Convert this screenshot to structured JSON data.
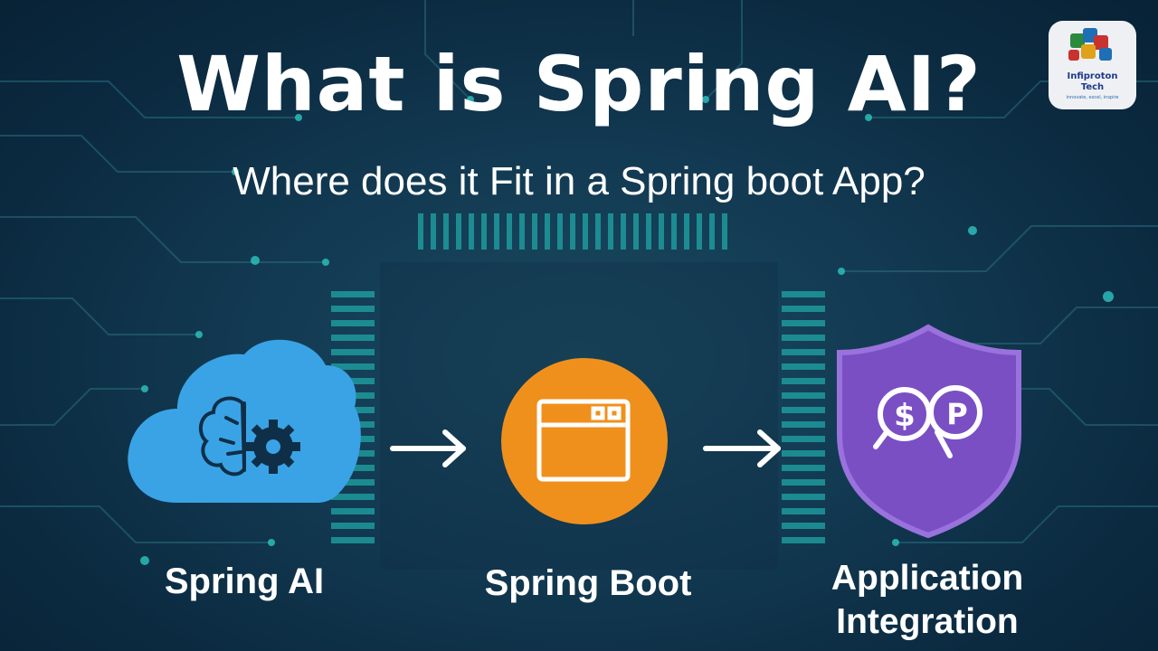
{
  "title": "What is Spring AI?",
  "subtitle": "Where does it Fit in a Spring boot App?",
  "logo": {
    "name_line1": "Infiproton",
    "name_line2": "Tech",
    "tagline": "innovate, excel, inspire"
  },
  "nodes": [
    {
      "label": "Spring AI",
      "icon": "cloud-brain-gear-icon",
      "color": "#3aa3e6"
    },
    {
      "label": "Spring Boot",
      "icon": "browser-window-icon",
      "color": "#f0901c"
    },
    {
      "label_line1": "Application",
      "label_line2": "Integration",
      "icon": "shield-search-dollar-icon",
      "color": "#7a4fc4"
    }
  ],
  "colors": {
    "background": "#0f3450",
    "circuit": "#2bb5b0"
  }
}
